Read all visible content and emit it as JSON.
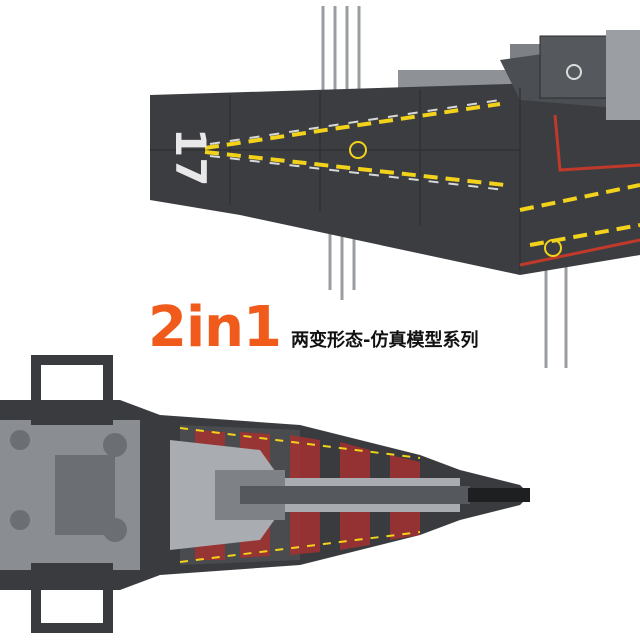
{
  "headline": {
    "big_text": "2in1",
    "subtitle": "两变形态-仿真模型系列"
  },
  "carrier": {
    "hull_number": "17"
  },
  "colors": {
    "accent": "#f05a1a",
    "deck_dark": "#3b3d40",
    "hull_mid": "#5b5e62",
    "light_grey": "#b8bbbe",
    "deck_marking_yellow": "#f2d21b",
    "red_line": "#c0392b"
  },
  "icons": [
    "aircraft-carrier-topdown-image",
    "battleship-topdown-image"
  ]
}
